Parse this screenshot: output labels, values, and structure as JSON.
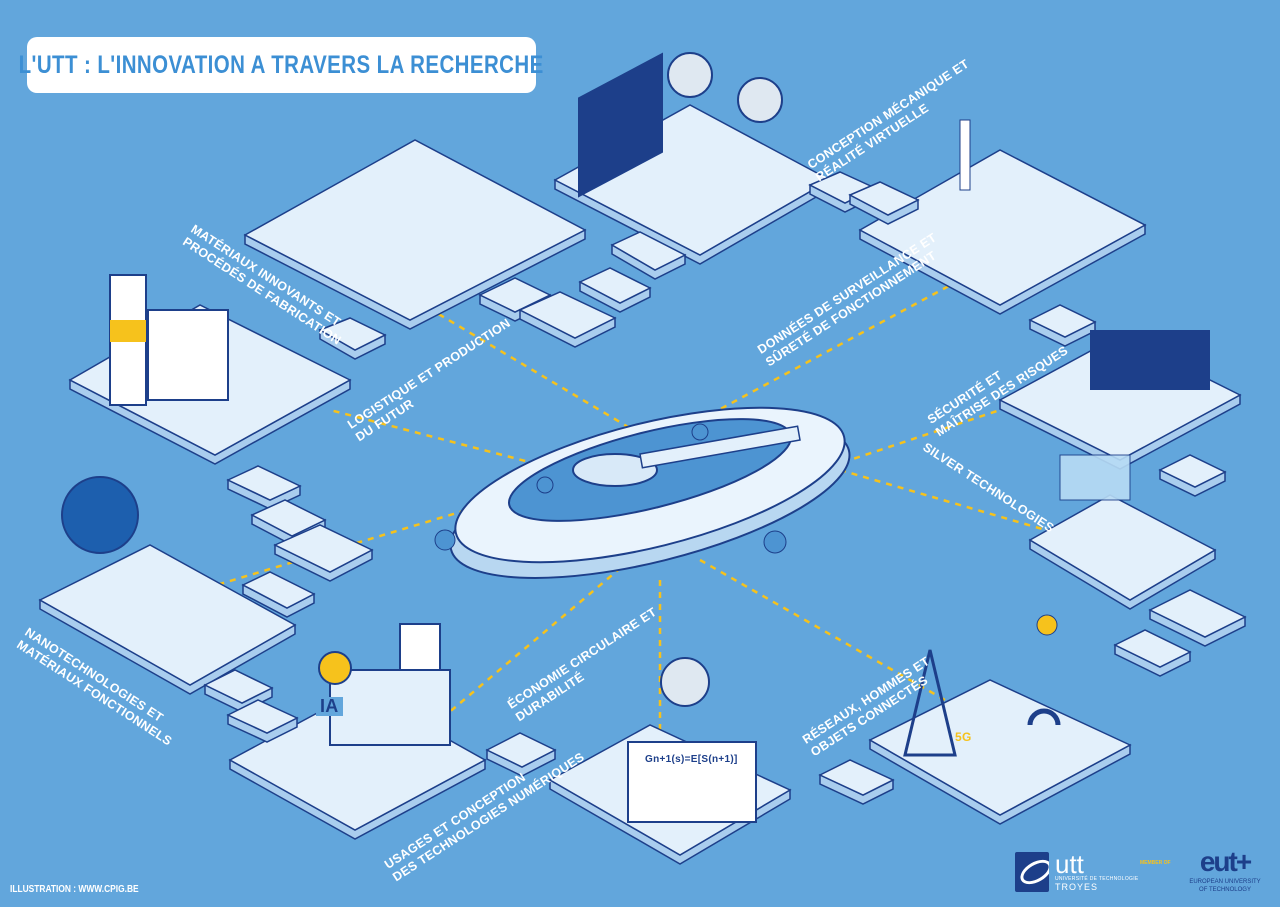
{
  "title": "L'UTT : L'INNOVATION A TRAVERS LA RECHERCHE",
  "themes": [
    {
      "lines": [
        "Matériaux innovants et",
        "procédés de fabrication"
      ]
    },
    {
      "lines": [
        "Conception mécanique et",
        "réalité virtuelle"
      ]
    },
    {
      "lines": [
        "Logistique et production",
        "du futur"
      ]
    },
    {
      "lines": [
        "Données de surveillance et",
        "sûreté de fonctionnement"
      ]
    },
    {
      "lines": [
        "Sécurité et",
        "maîtrise des risques"
      ]
    },
    {
      "lines": [
        "Silver technologies"
      ]
    },
    {
      "lines": [
        "Nanotechnologies et",
        "matériaux fonctionnels"
      ]
    },
    {
      "lines": [
        "Économie circulaire et",
        "durabilité"
      ]
    },
    {
      "lines": [
        "Réseaux, hommes et",
        "objets connectés"
      ]
    },
    {
      "lines": [
        "Usages et conception",
        "des technologies numériques"
      ]
    }
  ],
  "illustration_text": {
    "ai_badge": "IA",
    "network_badge": "5G",
    "formula": "Gn+1(s)=E[S(n+1)]"
  },
  "footer": {
    "credit": "ILLUSTRATION : WWW.CPIG.BE",
    "utt_name": "utt",
    "utt_sub": "UNIVERSITÉ DE TECHNOLOGIE",
    "utt_city": "TROYES",
    "member_of": "MEMBER OF",
    "eut_logo": "eut+",
    "eut_line1": "EUROPEAN UNIVERSITY",
    "eut_line2": "OF TECHNOLOGY"
  },
  "colors": {
    "background": "#62a6dc",
    "platform": "#e3f0fb",
    "edge": "#1d3f8a",
    "accent": "#f6c21c"
  }
}
